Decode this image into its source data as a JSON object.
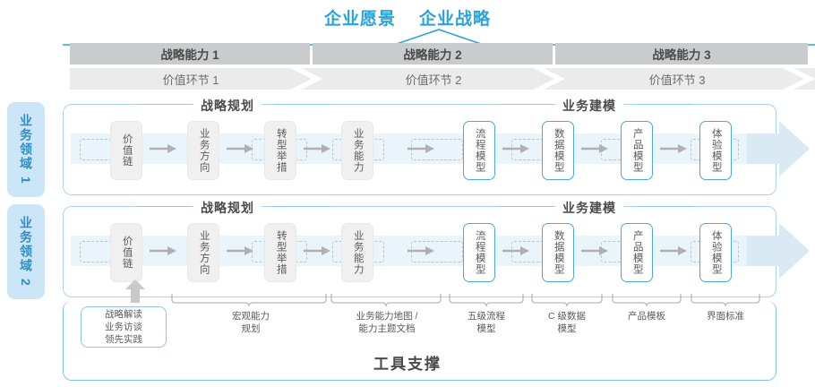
{
  "header": {
    "titles": [
      "企业愿景",
      "企业战略"
    ],
    "accent_color": "#2aa3dc"
  },
  "capabilities": [
    {
      "label": "战略能力 1"
    },
    {
      "label": "战略能力 2"
    },
    {
      "label": "战略能力 3"
    }
  ],
  "value_chain": [
    {
      "label": "价值环节 1"
    },
    {
      "label": "价值环节 2"
    },
    {
      "label": "价值环节 3"
    }
  ],
  "domains": [
    {
      "label": "业务领域 1"
    },
    {
      "label": "业务领域 2"
    }
  ],
  "sections": {
    "planning": "战略规划",
    "modeling": "业务建模"
  },
  "row1": {
    "planning_boxes": [
      "价值链",
      "业务方向",
      "转型举措",
      "业务能力"
    ],
    "modeling_boxes": [
      "流程模型",
      "数据模型",
      "产品模型",
      "体验模型"
    ]
  },
  "row2": {
    "planning_boxes": [
      "价值链",
      "业务方向",
      "转型举措",
      "业务能力"
    ],
    "modeling_boxes": [
      "流程模型",
      "数据模型",
      "产品模型",
      "体验模型"
    ]
  },
  "tools": {
    "title": "工具支撑",
    "box_lines": [
      "战略解读",
      "业务访谈",
      "领先实践"
    ],
    "labels": [
      {
        "line1": "宏观能力",
        "line2": "规划"
      },
      {
        "line1": "业务能力地图 /",
        "line2": "能力主题文档"
      },
      {
        "line1": "五级流程",
        "line2": "模型"
      },
      {
        "line1": "C 级数据",
        "line2": "模型"
      },
      {
        "line1": "产品模板",
        "line2": ""
      },
      {
        "line1": "界面标准",
        "line2": ""
      }
    ]
  },
  "colors": {
    "blue": "#2aa3dc",
    "light_blue": "#cbe7f7",
    "band": "#eaf4fb",
    "cap_gray": "#c9cccd",
    "vc_gray": "#ebebeb",
    "box_gray": "#f0f0f0"
  }
}
